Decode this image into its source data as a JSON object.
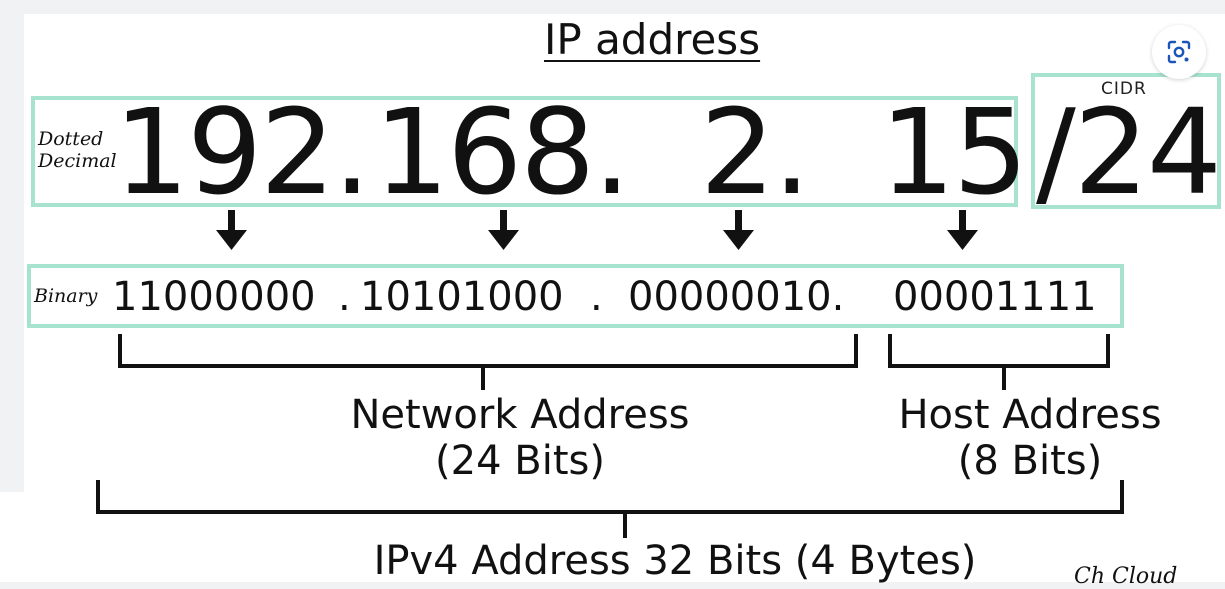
{
  "diagram": {
    "title": "IP address",
    "dotted_label_line1": "Dotted",
    "dotted_label_line2": "Decimal",
    "octet1": "192.",
    "octet2": "168.",
    "octet3": "2.",
    "octet4": "15",
    "cidr_label": "CIDR",
    "cidr_value": "/24",
    "binary_label": "Binary",
    "binary1": "11000000",
    "binary1_sep": ".",
    "binary2": "10101000",
    "binary2_sep": ".",
    "binary3": "00000010.",
    "binary4": "00001111",
    "network_line1": "Network Address",
    "network_line2": "(24 Bits)",
    "host_line1": "Host Address",
    "host_line2": "(8 Bits)",
    "total": "IPv4 Address 32 Bits (4 Bytes)",
    "signature": "Ch Cloud"
  },
  "colors": {
    "frame": "#a7e3cf",
    "ink": "#111111",
    "background": "#ffffff"
  },
  "icons": {
    "lens_button": "google-lens-icon",
    "arrows": "arrow-down-icon"
  }
}
